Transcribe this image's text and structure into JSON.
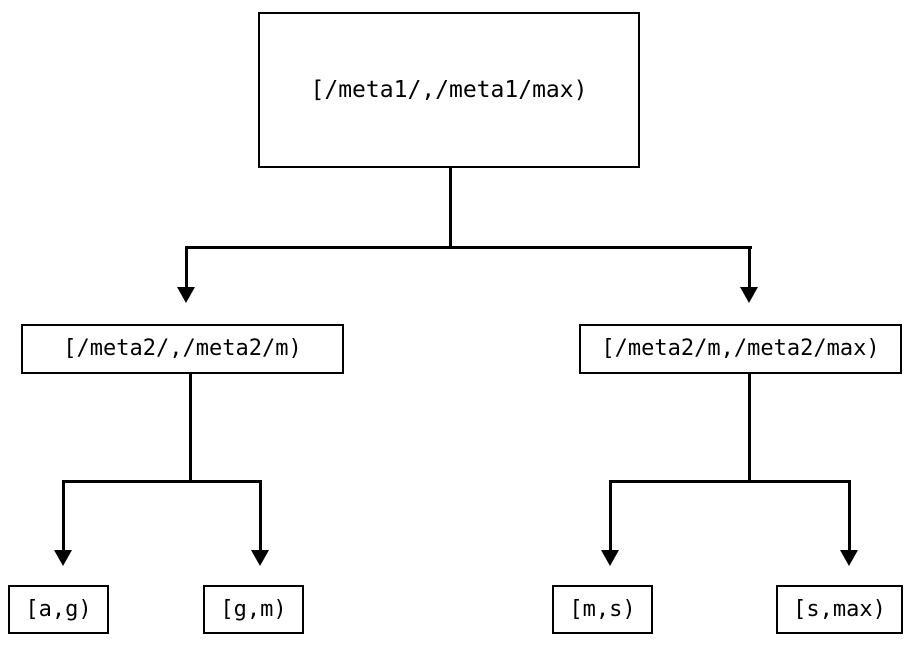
{
  "diagram": {
    "type": "binary-interval-partition-tree",
    "background_color": "#ffffff",
    "stroke_color": "#000000",
    "levels": 3,
    "root": {
      "label": "[/meta1/,/meta1/max)"
    },
    "level2": [
      {
        "label": "[/meta2/,/meta2/m)"
      },
      {
        "label": "[/meta2/m,/meta2/max)"
      }
    ],
    "leaves": [
      {
        "label": "[a,g)"
      },
      {
        "label": "[g,m)"
      },
      {
        "label": "[m,s)"
      },
      {
        "label": "[s,max)"
      }
    ],
    "edges": [
      {
        "from": "root",
        "to": "level2.0",
        "arrowhead": "down-triangle"
      },
      {
        "from": "root",
        "to": "level2.1",
        "arrowhead": "down-triangle"
      },
      {
        "from": "level2.0",
        "to": "leaves.0",
        "arrowhead": "down-triangle"
      },
      {
        "from": "level2.0",
        "to": "leaves.1",
        "arrowhead": "down-triangle"
      },
      {
        "from": "level2.1",
        "to": "leaves.2",
        "arrowhead": "down-triangle"
      },
      {
        "from": "level2.1",
        "to": "leaves.3",
        "arrowhead": "down-triangle"
      }
    ]
  }
}
